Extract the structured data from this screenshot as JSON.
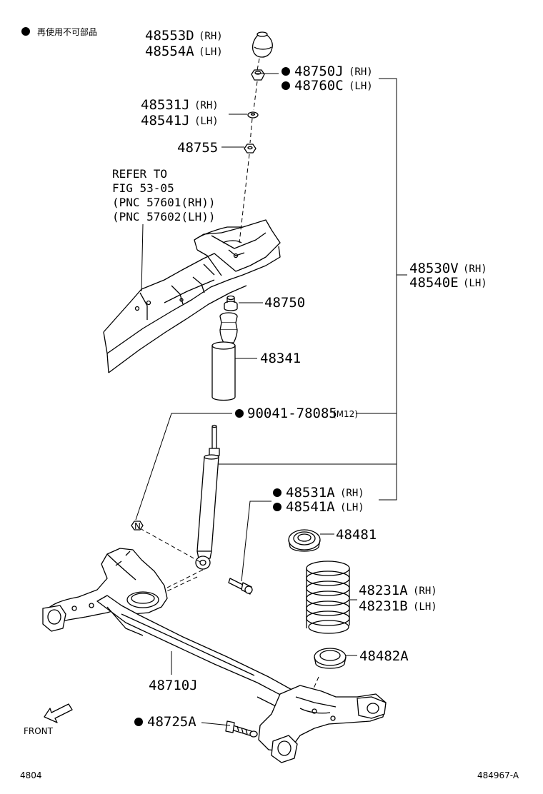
{
  "legend": {
    "marker": "●",
    "text": "再使用不可部品"
  },
  "labels": {
    "p48553D": "48553D",
    "p48554A": "48554A",
    "p48750J": "48750J",
    "p48760C": "48760C",
    "p48531J": "48531J",
    "p48541J": "48541J",
    "p48755": "48755",
    "p48530V": "48530V",
    "p48540E": "48540E",
    "p48750": "48750",
    "p48341": "48341",
    "p90041": "90041-78085",
    "m12": "(M12)",
    "p48531A": "48531A",
    "p48541A": "48541A",
    "p48481": "48481",
    "p48231A": "48231A",
    "p48231B": "48231B",
    "p48482A": "48482A",
    "p48710J": "48710J",
    "p48725A": "48725A",
    "rh": "(RH)",
    "lh": "(LH)"
  },
  "refer": {
    "line1": "REFER TO",
    "line2": "FIG 53-05",
    "line3": "(PNC 57601(RH))",
    "line4": "(PNC 57602(LH))"
  },
  "front_label": "FRONT",
  "footer": {
    "left": "4804",
    "right": "484967-A"
  },
  "marker_N": "N"
}
